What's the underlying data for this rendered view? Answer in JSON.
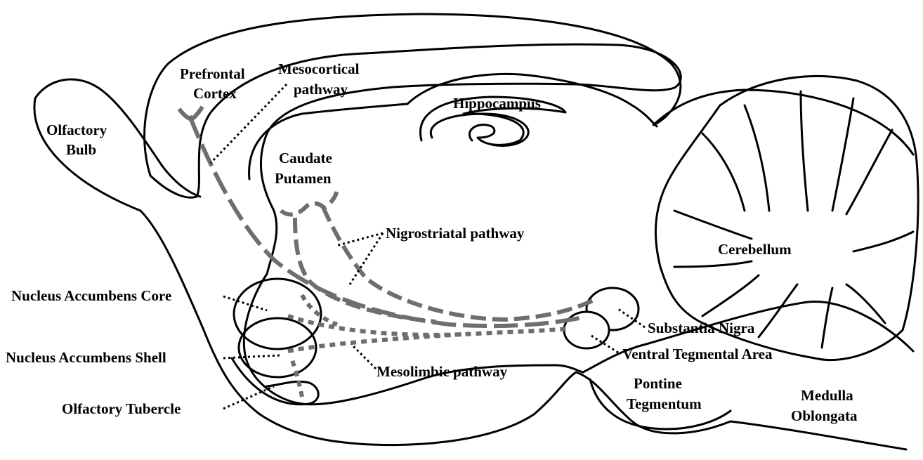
{
  "labels": {
    "prefrontal_cortex": [
      "Prefrontal",
      "Cortex"
    ],
    "mesocortical": [
      "Mesocortical",
      "pathway"
    ],
    "hippocampus": "Hippocampus",
    "olfactory_bulb": [
      "Olfactory",
      "Bulb"
    ],
    "caudate_putamen": [
      "Caudate",
      "Putamen"
    ],
    "nigrostriatal": "Nigrostriatal pathway",
    "cerebellum": "Cerebellum",
    "nacc_core": "Nucleus Accumbens Core",
    "nacc_shell": "Nucleus Accumbens Shell",
    "olfactory_tubercle": "Olfactory Tubercle",
    "mesolimbic": "Mesolimbic pathway",
    "substantia_nigra": "Substantia Nigra",
    "vta": "Ventral Tegmental Area",
    "pontine_tegmentum": [
      "Pontine",
      "Tegmentum"
    ],
    "medulla_oblongata": [
      "Medulla",
      "Oblongata"
    ]
  },
  "colors": {
    "outline": "#000000",
    "pathway": "#6e6e6e",
    "background": "#ffffff"
  }
}
